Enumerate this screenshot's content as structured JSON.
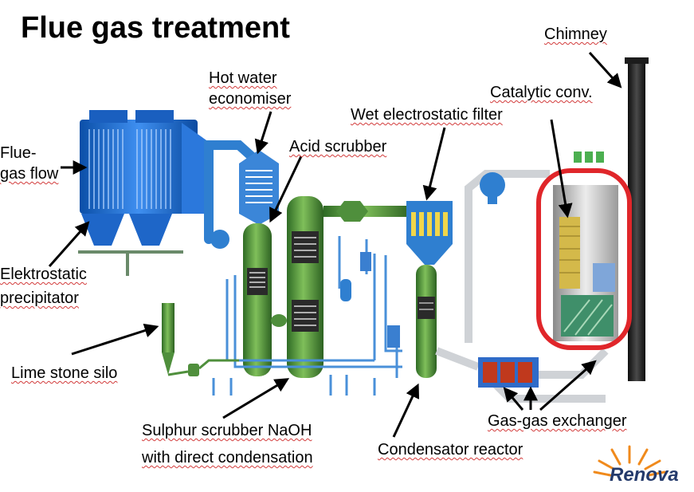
{
  "title": "Flue gas treatment",
  "labels": {
    "chimney": "Chimney",
    "hot_water_economiser_l1": "Hot water",
    "hot_water_economiser_l2": "economiser",
    "catalytic_conv": "Catalytic conv.",
    "wet_electrostatic_filter": "Wet electrostatic filter",
    "acid_scrubber": "Acid scrubber",
    "flue_gas_flow_l1": "Flue-",
    "flue_gas_flow_l2": "gas flow",
    "elektrostatic_precipitator_l1": "Elektrostatic",
    "elektrostatic_precipitator_l2": "precipitator",
    "lime_stone_silo": "Lime stone silo",
    "sulphur_scrubber_l1": "Sulphur scrubber NaOH",
    "sulphur_scrubber_l2": "with direct condensation",
    "condensator_reactor": "Condensator reactor",
    "gas_gas_exchanger": "Gas-gas exchanger"
  },
  "logo": {
    "text": "Renova"
  },
  "colors": {
    "highlight_ring": "#e0262a",
    "process_green": "#4f8f3c",
    "pipe_blue": "#2f7fd0",
    "chimney": "#1c1c1c",
    "exchanger_red": "#c0391d",
    "logo_orange": "#f08a1c",
    "logo_blue": "#243a6b"
  }
}
